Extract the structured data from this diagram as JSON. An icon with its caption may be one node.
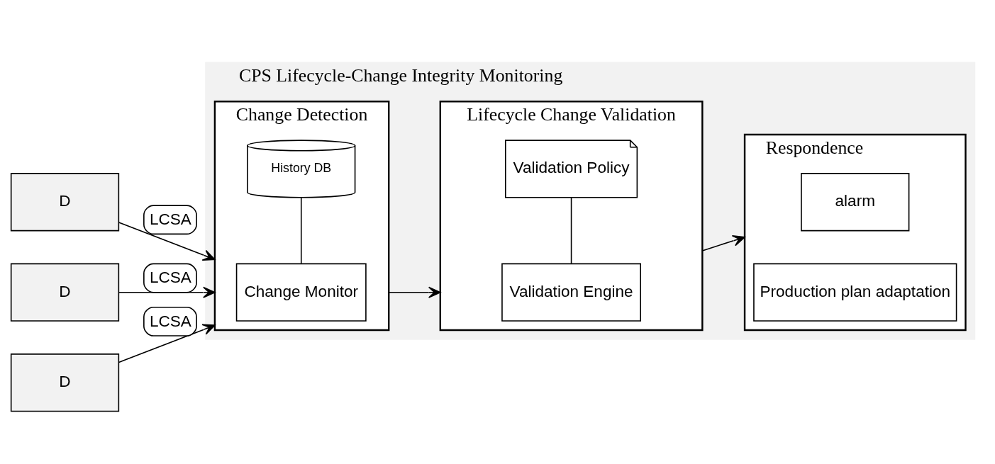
{
  "diagram": {
    "nodes": [
      {
        "text": [
          "CPS Lifecycle-Change Integrity Monitoring"
        ]
      },
      {
        "text": [
          "D"
        ]
      },
      {
        "text": [
          "D"
        ]
      },
      {
        "text": [
          "D"
        ]
      },
      {
        "text": [
          "Change Detection"
        ],
        "in": 0
      },
      {
        "text": [
          "Change Monitor"
        ],
        "in": 4
      },
      {
        "text": [
          "History DB"
        ],
        "in": 4
      },
      {
        "text": [
          "Lifecycle Change Validation"
        ],
        "in": 0
      },
      {
        "text": [
          "Validation Engine"
        ],
        "in": 7
      },
      {
        "text": [
          "Validation Policy"
        ],
        "in": 7
      },
      {
        "text": [
          "Respondence"
        ],
        "in": 0
      },
      {
        "text": [
          "alarm"
        ],
        "in": 10
      },
      {
        "text": [
          "Production plan adaptation"
        ],
        "in": 10
      }
    ],
    "edges": [
      {
        "from": 1,
        "to": 4,
        "arrow": "to",
        "label": "LCSA"
      },
      {
        "from": 2,
        "to": 4,
        "arrow": "to",
        "label": "LCSA"
      },
      {
        "from": 3,
        "to": 4,
        "arrow": "to",
        "label": "LCSA"
      },
      {
        "from": 4,
        "to": 7,
        "arrow": "to"
      },
      {
        "from": 7,
        "to": 10,
        "arrow": "to"
      },
      {
        "from": 5,
        "to": 6,
        "arrow": "none"
      },
      {
        "from": 8,
        "to": 9,
        "arrow": "none"
      }
    ]
  }
}
